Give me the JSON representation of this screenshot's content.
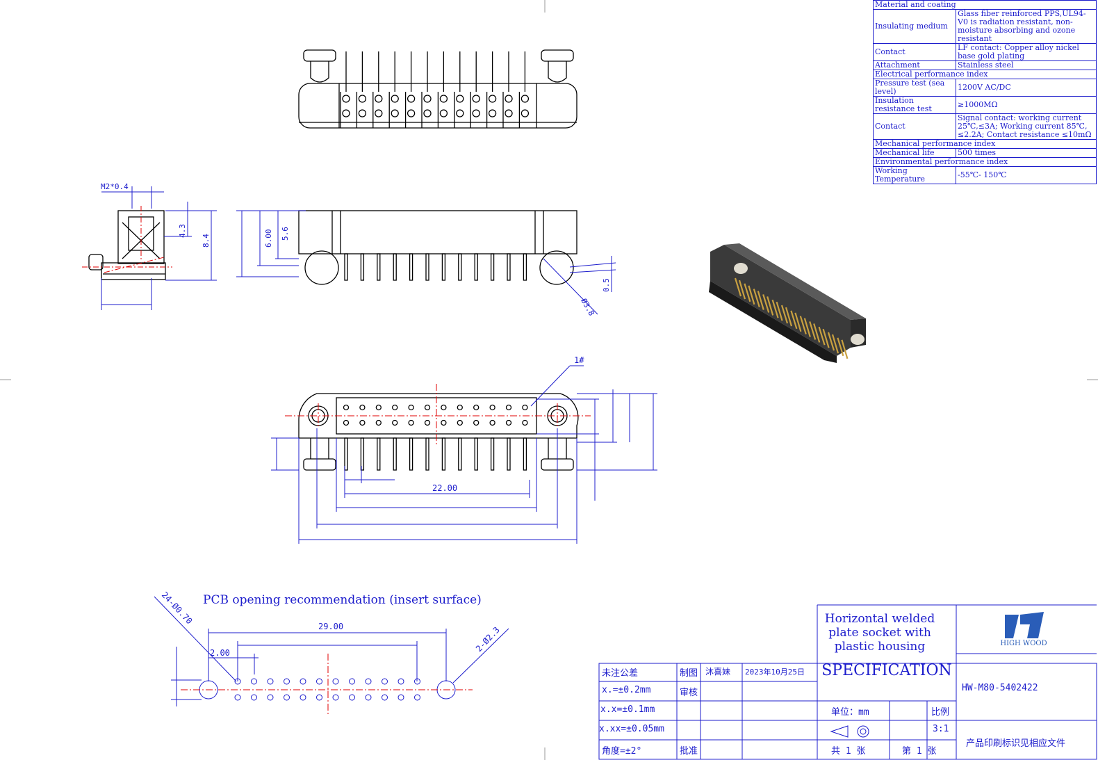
{
  "spec_table": {
    "rows": [
      {
        "type": "section",
        "label": "Material and coating"
      },
      {
        "type": "row",
        "label": "Insulating medium",
        "value": "Glass fiber reinforced PPS,UL94-V0 is radiation resistant, non-moisture absorbing and ozone resistant"
      },
      {
        "type": "row",
        "label": "Contact",
        "value": "LF contact: Copper alloy nickel base gold plating"
      },
      {
        "type": "row",
        "label": "Attachment",
        "value": "Stainless steel"
      },
      {
        "type": "section",
        "label": "Electrical performance index"
      },
      {
        "type": "row",
        "label": "Pressure test (sea level)",
        "value": "1200V AC/DC"
      },
      {
        "type": "row",
        "label": "Insulation resistance test",
        "value": "≥1000MΩ"
      },
      {
        "type": "row",
        "label": "Contact",
        "value": "Signal contact: working current 25℃,≤3A; Working current 85℃, ≤2.2A; Contact resistance ≤10mΩ"
      },
      {
        "type": "section",
        "label": "Mechanical performance index"
      },
      {
        "type": "row",
        "label": "Mechanical life",
        "value": "500 times"
      },
      {
        "type": "section",
        "label": "Environmental performance index"
      },
      {
        "type": "row",
        "label": "Working Temperature",
        "value": "-55℃- 150℃"
      }
    ]
  },
  "dimensions": {
    "m2_thread": "M2*0.4",
    "side_h1": "4.3",
    "side_h2": "8.4",
    "front_h1": "6.00",
    "front_h2": "5.6",
    "offset": "0.5",
    "screw_dia": "Ø3.8",
    "pin1": "1#",
    "pitch_span": "22.00"
  },
  "pcb": {
    "title": "PCB opening recommendation (insert surface)",
    "holes_label": "24-Ø0.70",
    "mount_label": "2-Ø2.3",
    "span": "29.00",
    "pitch": "2.00"
  },
  "title_block": {
    "product_title": "Horizontal welded plate socket with plastic housing",
    "spec": "SPECIFICATION",
    "logo_text": "HIGH WOOD",
    "part_no": "HW-M80-5402422",
    "tolerance_label": "未注公差",
    "tol1": "x.=±0.2mm",
    "tol2": "x.x=±0.1mm",
    "tol3": "x.xx=±0.05mm",
    "tol4": "角度=±2°",
    "drawn_label": "制图",
    "drawn_by": "沐喜妹",
    "date": "2023年10月25日",
    "check_label": "审核",
    "approve_label": "批准",
    "unit_label": "单位：mm",
    "scale_label": "比例",
    "scale": "3:1",
    "sheets_total": "共 1  张",
    "sheet_no": "第 1  张",
    "note": "产品印刷标识见相应文件"
  },
  "colors": {
    "outline": "#000000",
    "dimension": "#1c1ccc",
    "center": "#e00000"
  }
}
